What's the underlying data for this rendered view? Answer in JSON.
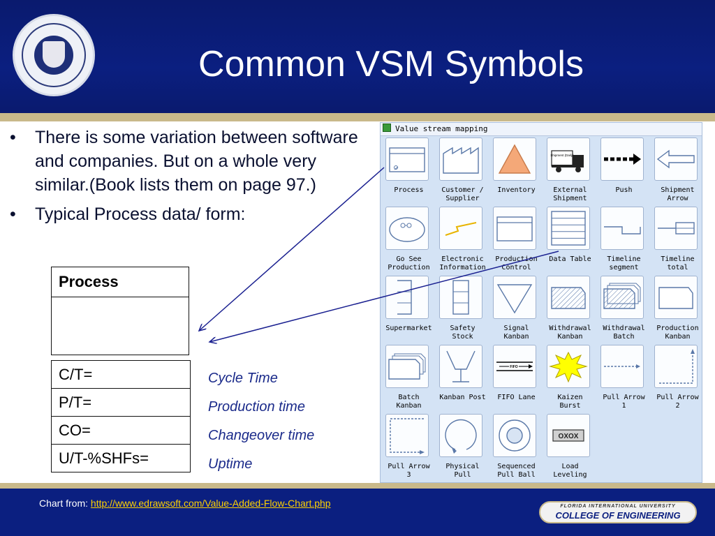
{
  "slide": {
    "title": "Common VSM Symbols",
    "bullets": [
      "There is some variation between software and companies.  But on a whole very similar.(Book lists them on page 97.)",
      "Typical Process data/ form:"
    ]
  },
  "process_form": {
    "header": "Process",
    "rows": [
      "C/T=",
      "P/T=",
      "CO=",
      "U/T-%SHFs="
    ],
    "explanations": [
      "Cycle Time",
      "Production time",
      "Changeover time",
      "Uptime"
    ]
  },
  "panel": {
    "title": "Value stream mapping",
    "symbols": [
      {
        "id": "process",
        "label": "Process"
      },
      {
        "id": "customer",
        "label": "Customer /\nSupplier"
      },
      {
        "id": "inventory",
        "label": "Inventory"
      },
      {
        "id": "external-shipment",
        "label": "External\nShipment"
      },
      {
        "id": "push",
        "label": "Push"
      },
      {
        "id": "shipment-arrow",
        "label": "Shipment\nArrow"
      },
      {
        "id": "go-see",
        "label": "Go See\nProduction"
      },
      {
        "id": "electronic",
        "label": "Electronic\nInformation"
      },
      {
        "id": "production-control",
        "label": "Production\nControl"
      },
      {
        "id": "data-table",
        "label": "Data Table"
      },
      {
        "id": "timeline-segment",
        "label": "Timeline\nsegment"
      },
      {
        "id": "timeline-total",
        "label": "Timeline\ntotal"
      },
      {
        "id": "supermarket",
        "label": "Supermarket"
      },
      {
        "id": "safety-stock",
        "label": "Safety\nStock"
      },
      {
        "id": "signal-kanban",
        "label": "Signal\nKanban"
      },
      {
        "id": "withdrawal-kanban",
        "label": "Withdrawal\nKanban"
      },
      {
        "id": "withdrawal-batch",
        "label": "Withdrawal\nBatch"
      },
      {
        "id": "production-kanban",
        "label": "Production\nKanban"
      },
      {
        "id": "batch-kanban",
        "label": "Batch\nKanban"
      },
      {
        "id": "kanban-post",
        "label": "Kanban Post"
      },
      {
        "id": "fifo-lane",
        "label": "FIFO Lane"
      },
      {
        "id": "kaizen-burst",
        "label": "Kaizen\nBurst"
      },
      {
        "id": "pull-arrow-1",
        "label": "Pull Arrow\n1"
      },
      {
        "id": "pull-arrow-2",
        "label": "Pull Arrow\n2"
      },
      {
        "id": "pull-arrow-3",
        "label": "Pull Arrow\n3"
      },
      {
        "id": "physical-pull",
        "label": "Physical\nPull"
      },
      {
        "id": "sequenced-pull-ball",
        "label": "Sequenced\nPull Ball"
      },
      {
        "id": "load-leveling",
        "label": "Load\nLeveling"
      }
    ],
    "inner_text": {
      "shipment_truck": "Shipment\n(Daily)",
      "fifo": "FIFO",
      "load_leveling": "OXOX"
    }
  },
  "footer": {
    "source_prefix": "Chart from: ",
    "source_link": "http://www.edrawsoft.com/Value-Added-Flow-Chart.php",
    "college_line1": "FLORIDA INTERNATIONAL UNIVERSITY",
    "college_line2": "COLLEGE OF ENGINEERING"
  },
  "colors": {
    "header_blue": "#0b1f80",
    "gold": "#c9b98a",
    "explanation_text": "#1a2a8a",
    "arrow": "#1a2090",
    "link": "#ffd200"
  }
}
